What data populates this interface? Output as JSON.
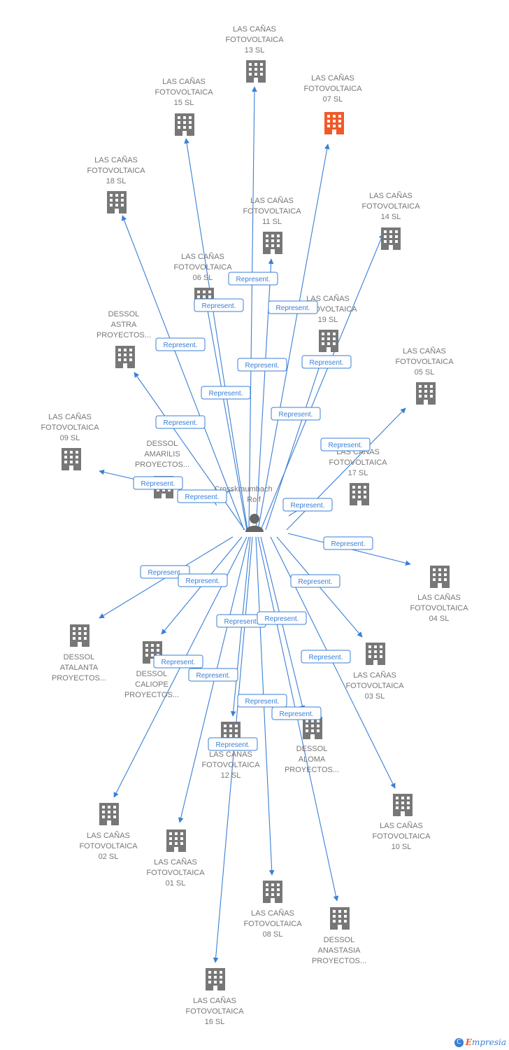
{
  "center": {
    "name": [
      "Crosskraumbach",
      "Rolf"
    ]
  },
  "relation_label": "Represent.",
  "colors": {
    "edge": "#3a7fd5",
    "building": "#777777",
    "highlight": "#f05a28",
    "person": "#666666"
  },
  "nodes": [
    {
      "id": "n13",
      "lines": [
        "LAS CAÑAS",
        "FOTOVOLTAICA",
        "13 SL"
      ],
      "highlight": false
    },
    {
      "id": "n15",
      "lines": [
        "LAS CAÑAS",
        "FOTOVOLTAICA",
        "15 SL"
      ],
      "highlight": false
    },
    {
      "id": "n07",
      "lines": [
        "LAS CAÑAS",
        "FOTOVOLTAICA",
        "07 SL"
      ],
      "highlight": true
    },
    {
      "id": "n18",
      "lines": [
        "LAS CAÑAS",
        "FOTOVOLTAICA",
        "18 SL"
      ],
      "highlight": false
    },
    {
      "id": "n11",
      "lines": [
        "LAS CAÑAS",
        "FOTOVOLTAICA",
        "11 SL"
      ],
      "highlight": false
    },
    {
      "id": "n14",
      "lines": [
        "LAS CAÑAS",
        "FOTOVOLTAICA",
        "14 SL"
      ],
      "highlight": false
    },
    {
      "id": "n06",
      "lines": [
        "LAS CAÑAS",
        "FOTOVOLTAICA",
        "06 SL"
      ],
      "highlight": false
    },
    {
      "id": "nastra",
      "lines": [
        "DESSOL",
        "ASTRA",
        "PROYECTOS..."
      ],
      "highlight": false
    },
    {
      "id": "n19",
      "lines": [
        "LAS CAÑAS",
        "FOTOVOLTAICA",
        "19 SL"
      ],
      "highlight": false
    },
    {
      "id": "n05",
      "lines": [
        "LAS CAÑAS",
        "FOTOVOLTAICA",
        "05 SL"
      ],
      "highlight": false
    },
    {
      "id": "n09",
      "lines": [
        "LAS CAÑAS",
        "FOTOVOLTAICA",
        "09 SL"
      ],
      "highlight": false
    },
    {
      "id": "namarilis",
      "lines": [
        "DESSOL",
        "AMARILIS",
        "PROYECTOS..."
      ],
      "highlight": false
    },
    {
      "id": "n17",
      "lines": [
        "LAS CAÑAS",
        "FOTOVOLTAICA",
        "17 SL"
      ],
      "highlight": false
    },
    {
      "id": "n04",
      "lines": [
        "LAS CAÑAS",
        "FOTOVOLTAICA",
        "04 SL"
      ],
      "highlight": false
    },
    {
      "id": "natalanta",
      "lines": [
        "DESSOL",
        "ATALANTA",
        "PROYECTOS..."
      ],
      "highlight": false
    },
    {
      "id": "ncaliope",
      "lines": [
        "DESSOL",
        "CALIOPE",
        "PROYECTOS..."
      ],
      "highlight": false
    },
    {
      "id": "n03",
      "lines": [
        "LAS CAÑAS",
        "FOTOVOLTAICA",
        "03 SL"
      ],
      "highlight": false
    },
    {
      "id": "n12",
      "lines": [
        "LAS CAÑAS",
        "FOTOVOLTAICA",
        "12 SL"
      ],
      "highlight": false
    },
    {
      "id": "naloma",
      "lines": [
        "DESSOL",
        "ALOMA",
        "PROYECTOS..."
      ],
      "highlight": false
    },
    {
      "id": "n10",
      "lines": [
        "LAS CAÑAS",
        "FOTOVOLTAICA",
        "10 SL"
      ],
      "highlight": false
    },
    {
      "id": "n02",
      "lines": [
        "LAS CAÑAS",
        "FOTOVOLTAICA",
        "02 SL"
      ],
      "highlight": false
    },
    {
      "id": "n01",
      "lines": [
        "LAS CAÑAS",
        "FOTOVOLTAICA",
        "01 SL"
      ],
      "highlight": false
    },
    {
      "id": "n08",
      "lines": [
        "LAS CAÑAS",
        "FOTOVOLTAICA",
        "08 SL"
      ],
      "highlight": false
    },
    {
      "id": "nanastasia",
      "lines": [
        "DESSOL",
        "ANASTASIA",
        "PROYECTOS..."
      ],
      "highlight": false
    },
    {
      "id": "n16",
      "lines": [
        "LAS CAÑAS",
        "FOTOVOLTAICA",
        "16 SL"
      ],
      "highlight": false
    }
  ],
  "branding": {
    "copyright_symbol": "C",
    "brand_first": "E",
    "brand_rest": "mpresia"
  }
}
